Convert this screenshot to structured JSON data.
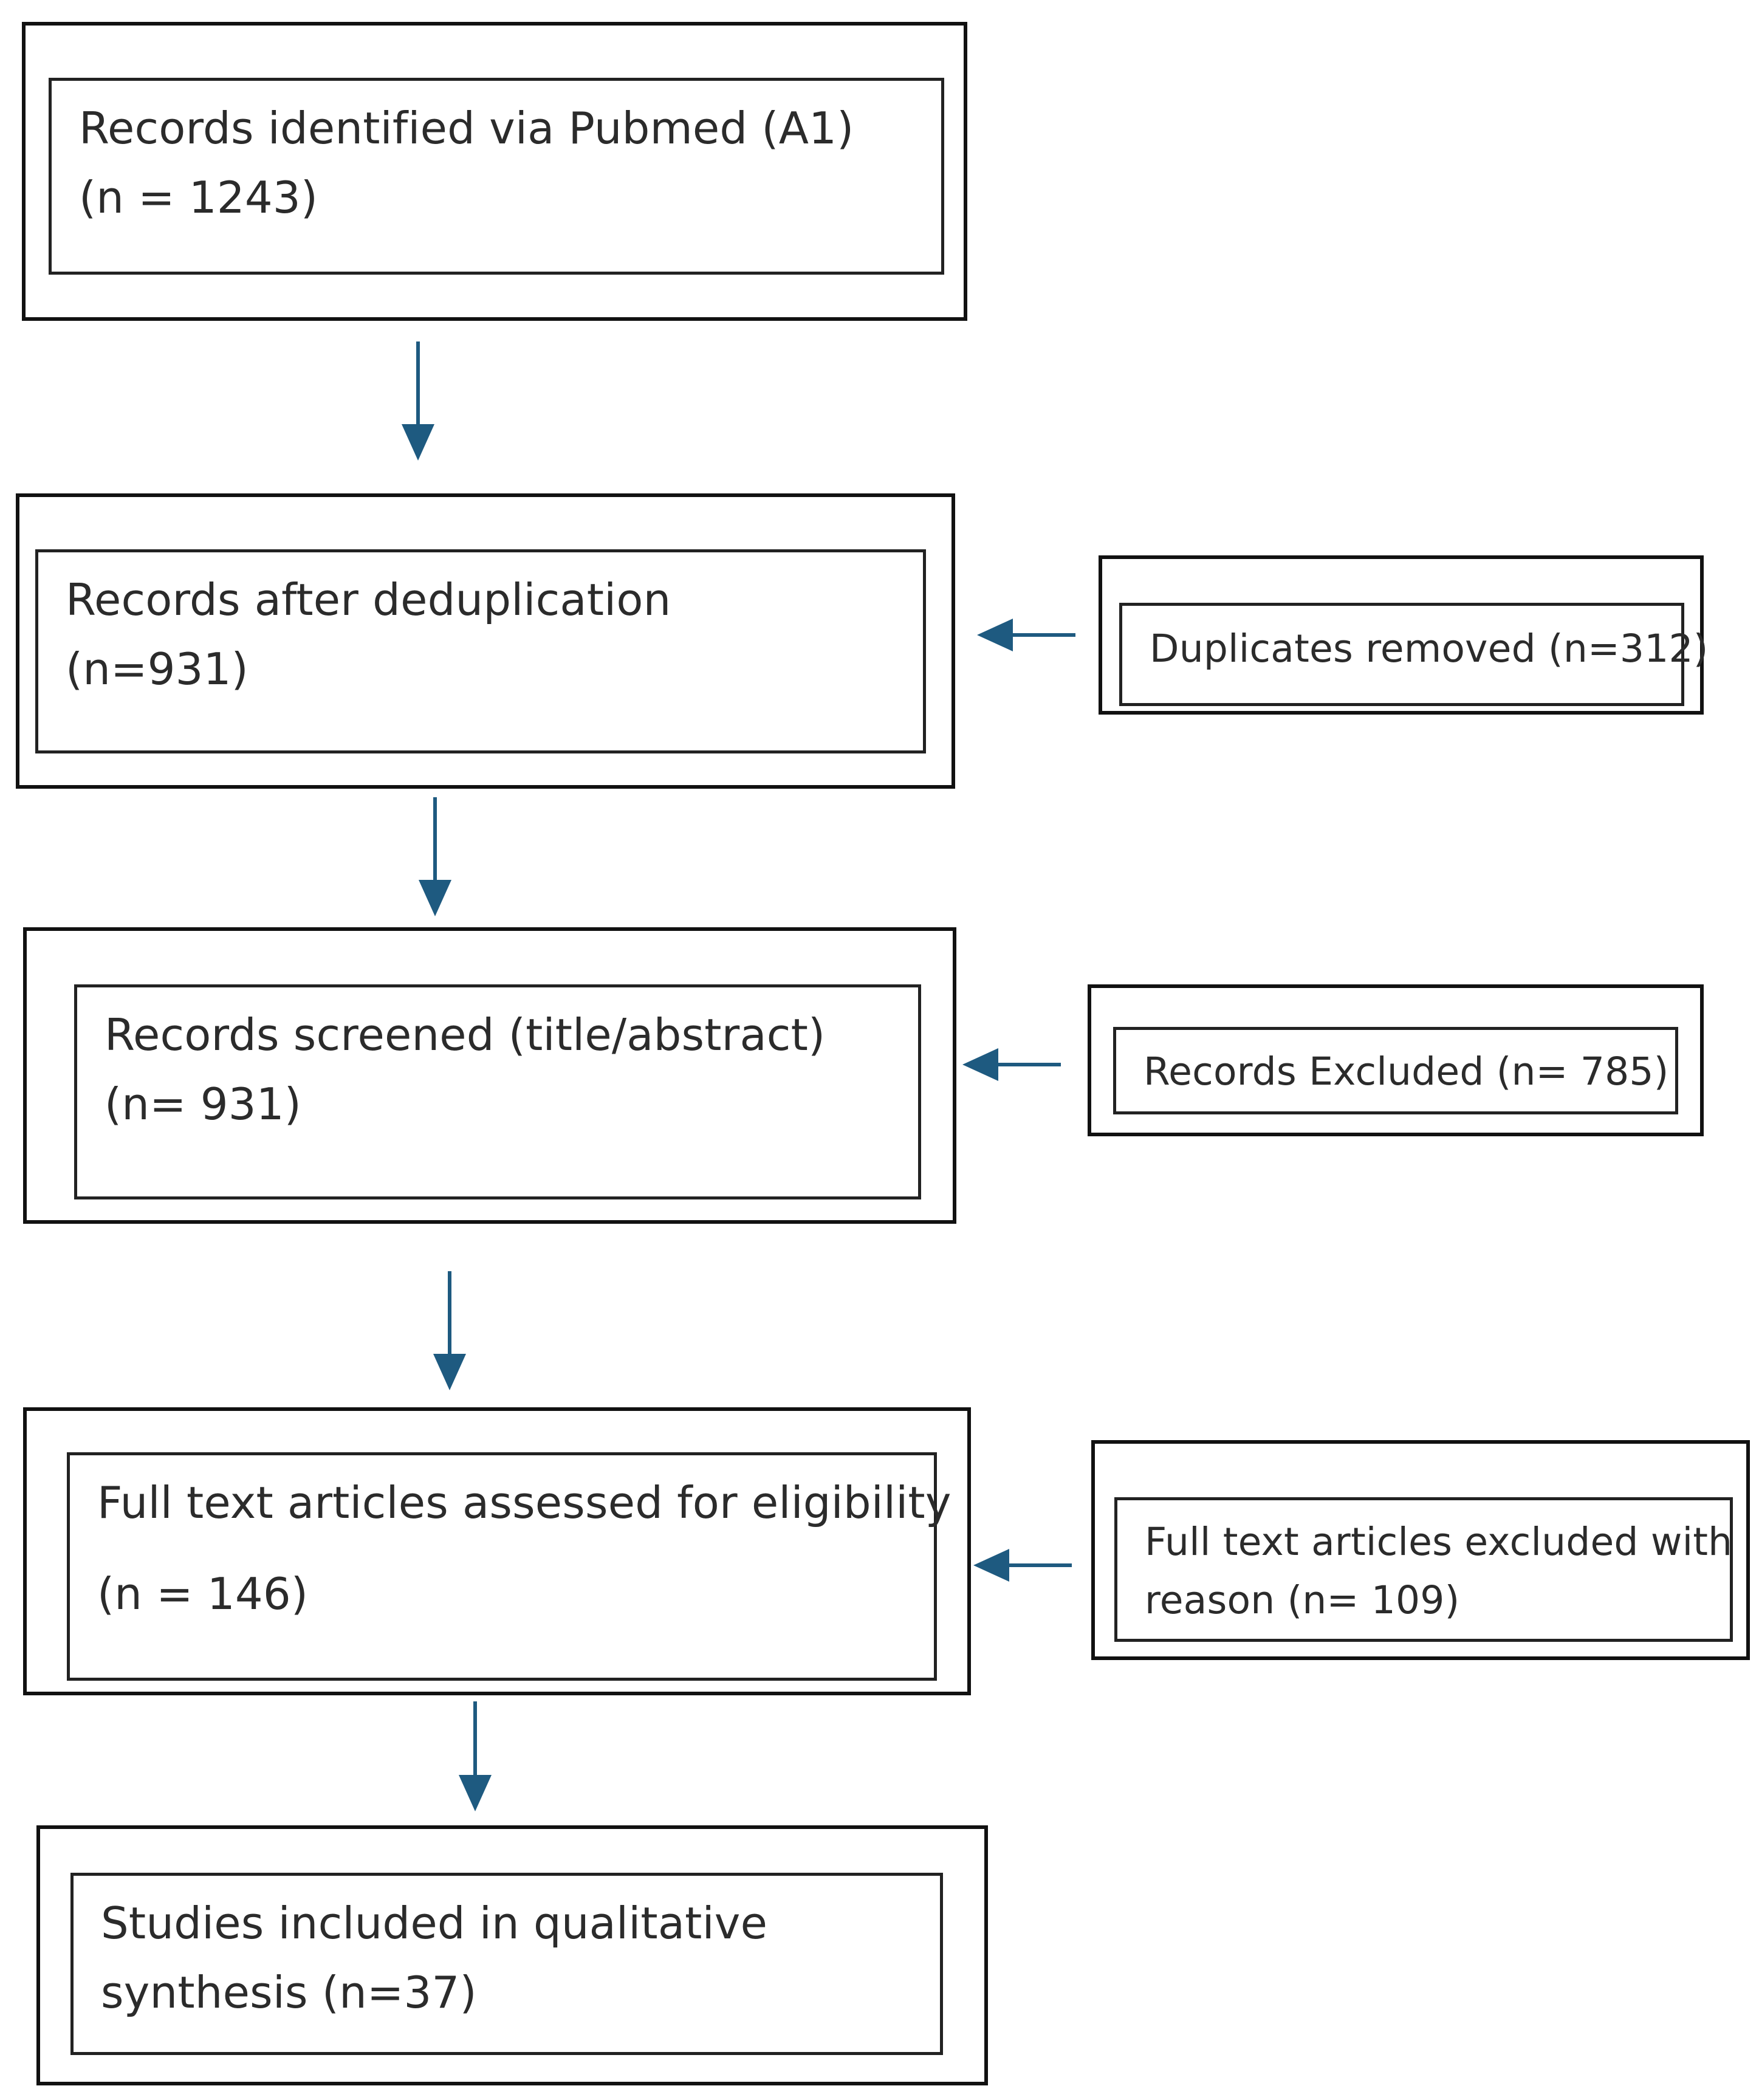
{
  "diagram": {
    "arrow_color": "#1e5a80",
    "border_color": "#111111",
    "text_color": "#2b2b2b",
    "boxes": {
      "identified": {
        "line1": "Records identified via Pubmed (A1)",
        "line2": "(n = 1243)"
      },
      "deduplicated": {
        "line1": "Records after deduplication",
        "line2": "(n=931)"
      },
      "duplicates_removed": {
        "line1": "Duplicates removed (n=312)"
      },
      "screened": {
        "line1": "Records screened (title/abstract)",
        "line2": "(n= 931)"
      },
      "excluded": {
        "line1": "Records Excluded (n= 785)"
      },
      "fulltext_assessed": {
        "line1": "Full text articles assessed for eligibility",
        "line2": "(n = 146)"
      },
      "fulltext_excluded": {
        "line1": "Full text articles excluded with",
        "line2": "reason (n= 109)"
      },
      "included": {
        "line1": "Studies included in qualitative",
        "line2": "synthesis (n=37)"
      }
    }
  }
}
